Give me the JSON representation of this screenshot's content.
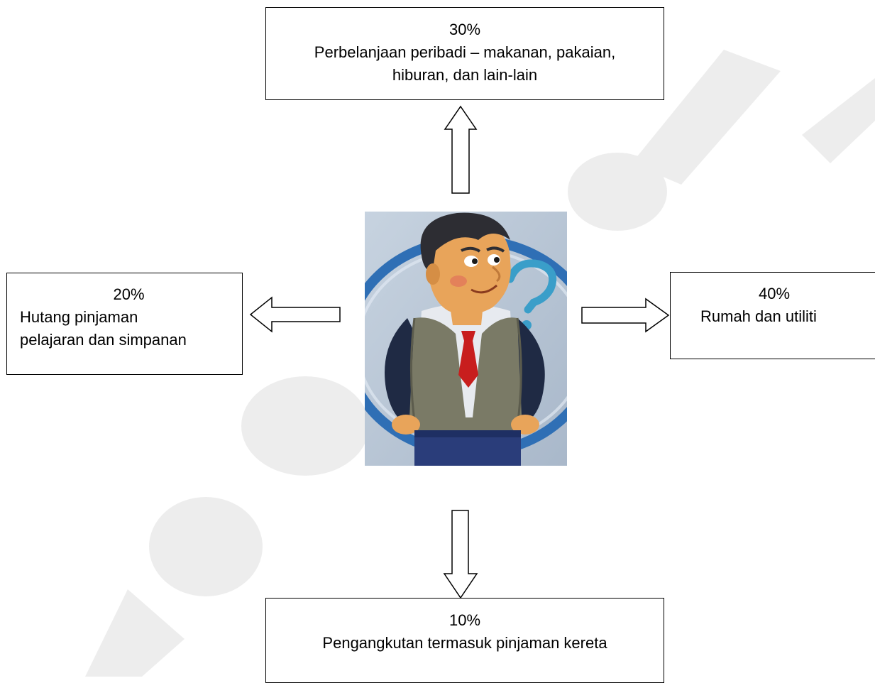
{
  "diagram": {
    "top": {
      "percent": "30%",
      "line1": "Perbelanjaan peribadi – makanan, pakaian,",
      "line2": "hiburan, dan lain-lain"
    },
    "left": {
      "percent": "20%",
      "line1": "Hutang pinjaman",
      "line2": "pelajaran dan simpanan"
    },
    "right": {
      "percent": "40%",
      "line1": "Rumah dan utiliti"
    },
    "bottom": {
      "percent": "10%",
      "line1": "Pengangkutan termasuk pinjaman kereta"
    }
  },
  "colors": {
    "background": "#b8c6d6",
    "oval": "#2f6fb5",
    "vest": "#7a7a66",
    "sleeve": "#1f2a44",
    "skin": "#e8a45a",
    "hair": "#2d2d33",
    "tie": "#c81e1e",
    "pants": "#2a3d7a",
    "question": "#3a9ec9"
  }
}
